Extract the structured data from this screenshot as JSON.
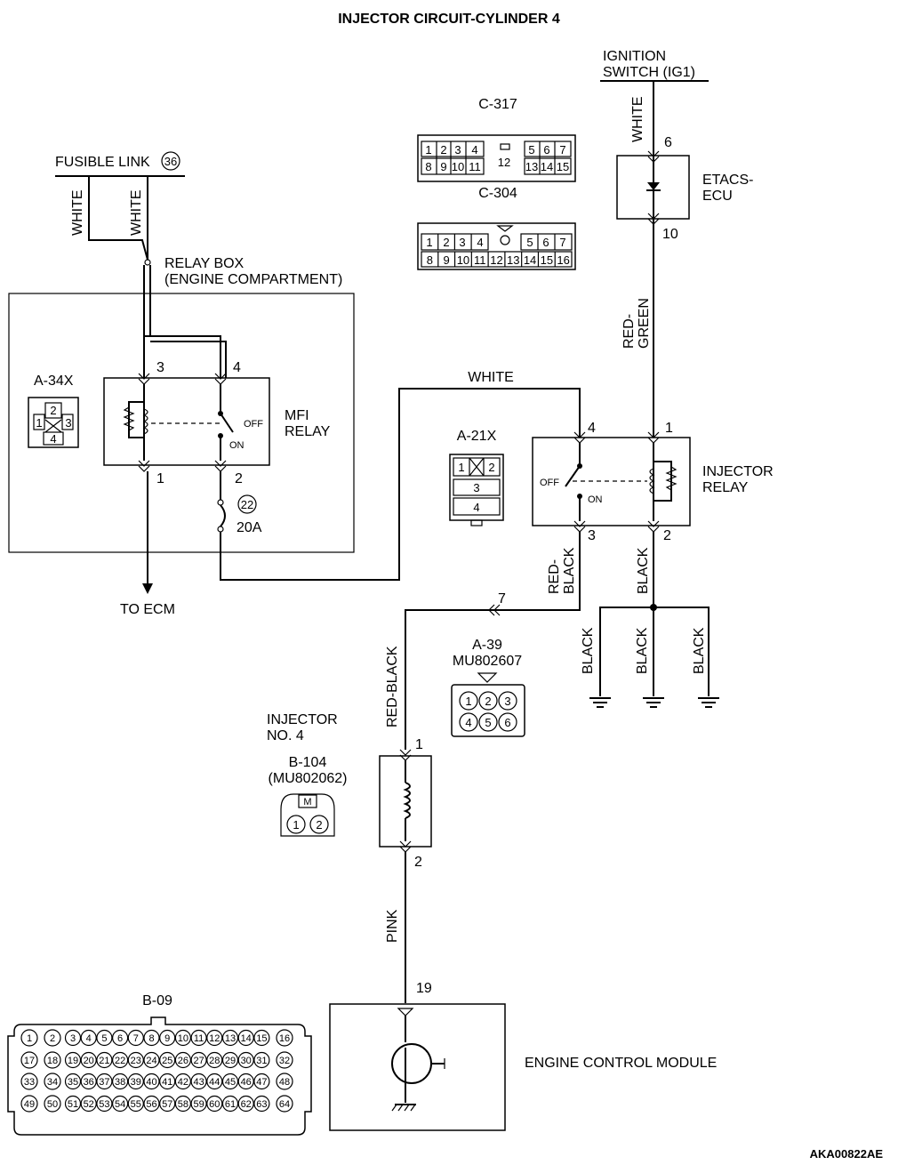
{
  "title": "INJECTOR CIRCUIT-CYLINDER 4",
  "footer_code": "AKA00822AE",
  "ignition": {
    "line1": "IGNITION",
    "line2": "SWITCH (IG1)"
  },
  "fusible_link": {
    "label": "FUSIBLE LINK",
    "number": "36"
  },
  "relay_box": {
    "line1": "RELAY BOX",
    "line2": "(ENGINE COMPARTMENT)"
  },
  "mfi_relay": {
    "line1": "MFI",
    "line2": "RELAY",
    "off": "OFF",
    "on": "ON",
    "pin3": "3",
    "pin4": "4",
    "pin1": "1",
    "pin2": "2"
  },
  "fuse": {
    "number": "22",
    "rating": "20A"
  },
  "to_ecm": "TO ECM",
  "etacs": {
    "line1": "ETACS-",
    "line2": "ECU",
    "pin_in": "6",
    "pin_out": "10"
  },
  "injector_relay": {
    "line1": "INJECTOR",
    "line2": "RELAY",
    "off": "OFF",
    "on": "ON",
    "pin4": "4",
    "pin1": "1",
    "pin3": "3",
    "pin2": "2"
  },
  "wires": {
    "white_a": "WHITE",
    "white_b": "WHITE",
    "white_top": "WHITE",
    "white_mid": "WHITE",
    "red_green_1": "RED-",
    "red_green_2": "GREEN",
    "red_black_1": "RED-",
    "red_black_2": "BLACK",
    "red_black_long": "RED-BLACK",
    "black_relay": "BLACK",
    "black_g1": "BLACK",
    "black_g2": "BLACK",
    "black_g3": "BLACK",
    "pink": "PINK"
  },
  "junction_pin": "7",
  "injector": {
    "line1": "INJECTOR",
    "line2": "NO. 4",
    "pin1": "1",
    "pin2": "2"
  },
  "ecm": {
    "label": "ENGINE CONTROL MODULE",
    "pin": "19"
  },
  "connectors": {
    "c317": {
      "label": "C-317",
      "row1": [
        "1",
        "2",
        "3",
        "4"
      ],
      "row1b": [
        "5",
        "6",
        "7"
      ],
      "row2": [
        "8",
        "9",
        "10",
        "11"
      ],
      "row2b": [
        "13",
        "14",
        "15"
      ],
      "center": "12"
    },
    "c304": {
      "label": "C-304",
      "row1": [
        "1",
        "2",
        "3",
        "4"
      ],
      "row1b": [
        "5",
        "6",
        "7"
      ],
      "row2": [
        "8",
        "9",
        "10",
        "11",
        "12",
        "13",
        "14",
        "15",
        "16"
      ]
    },
    "a34x": {
      "label": "A-34X",
      "pins": [
        "1",
        "2",
        "3",
        "4"
      ]
    },
    "a21x": {
      "label": "A-21X",
      "pins": [
        "1",
        "2",
        "3",
        "4"
      ]
    },
    "a39": {
      "label1": "A-39",
      "label2": "MU802607",
      "pins": [
        "1",
        "2",
        "3",
        "4",
        "5",
        "6"
      ]
    },
    "b104": {
      "label1": "B-104",
      "label2": "(MU802062)",
      "pins": [
        "1",
        "2"
      ]
    },
    "b09": {
      "label": "B-09",
      "row1": [
        "1",
        "2",
        "3",
        "4",
        "5",
        "6",
        "7",
        "8",
        "9",
        "10",
        "11",
        "12",
        "13",
        "14",
        "15",
        "16"
      ],
      "row2": [
        "17",
        "18",
        "19",
        "20",
        "21",
        "22",
        "23",
        "24",
        "25",
        "26",
        "27",
        "28",
        "29",
        "30",
        "31",
        "32"
      ],
      "row3": [
        "33",
        "34",
        "35",
        "36",
        "37",
        "38",
        "39",
        "40",
        "41",
        "42",
        "43",
        "44",
        "45",
        "46",
        "47",
        "48"
      ],
      "row4": [
        "49",
        "50",
        "51",
        "52",
        "53",
        "54",
        "55",
        "56",
        "57",
        "58",
        "59",
        "60",
        "61",
        "62",
        "63",
        "64"
      ]
    }
  }
}
